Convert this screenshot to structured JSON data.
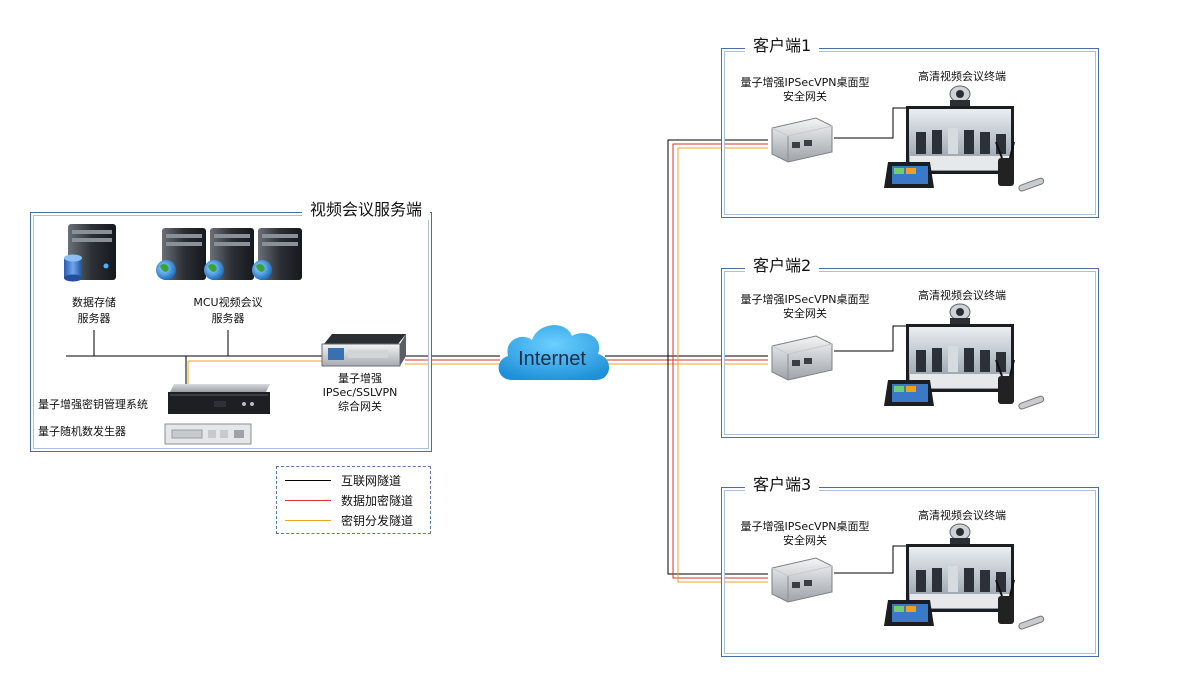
{
  "server_site": {
    "title": "视频会议服务端",
    "storage_label_1": "数据存储",
    "storage_label_2": "服务器",
    "mcu_label_1": "MCU视频会议",
    "mcu_label_2": "服务器",
    "kms_label": "量子增强密钥管理系统",
    "qrng_label": "量子随机数发生器",
    "gateway_label_1": "量子增强",
    "gateway_label_2": "IPSec/SSLVPN",
    "gateway_label_3": "综合网关"
  },
  "internet": {
    "label": "Internet"
  },
  "clients": [
    {
      "title": "客户端1",
      "gateway_label_1": "量子增强IPSecVPN桌面型",
      "gateway_label_2": "安全网关",
      "terminal_label": "高清视频会议终端"
    },
    {
      "title": "客户端2",
      "gateway_label_1": "量子增强IPSecVPN桌面型",
      "gateway_label_2": "安全网关",
      "terminal_label": "高清视频会议终端"
    },
    {
      "title": "客户端3",
      "gateway_label_1": "量子增强IPSecVPN桌面型",
      "gateway_label_2": "安全网关",
      "terminal_label": "高清视频会议终端"
    }
  ],
  "legend": [
    {
      "label": "互联网隧道",
      "color": "#000000"
    },
    {
      "label": "数据加密隧道",
      "color": "#e03030"
    },
    {
      "label": "密钥分发隧道",
      "color": "#f0a020"
    }
  ]
}
